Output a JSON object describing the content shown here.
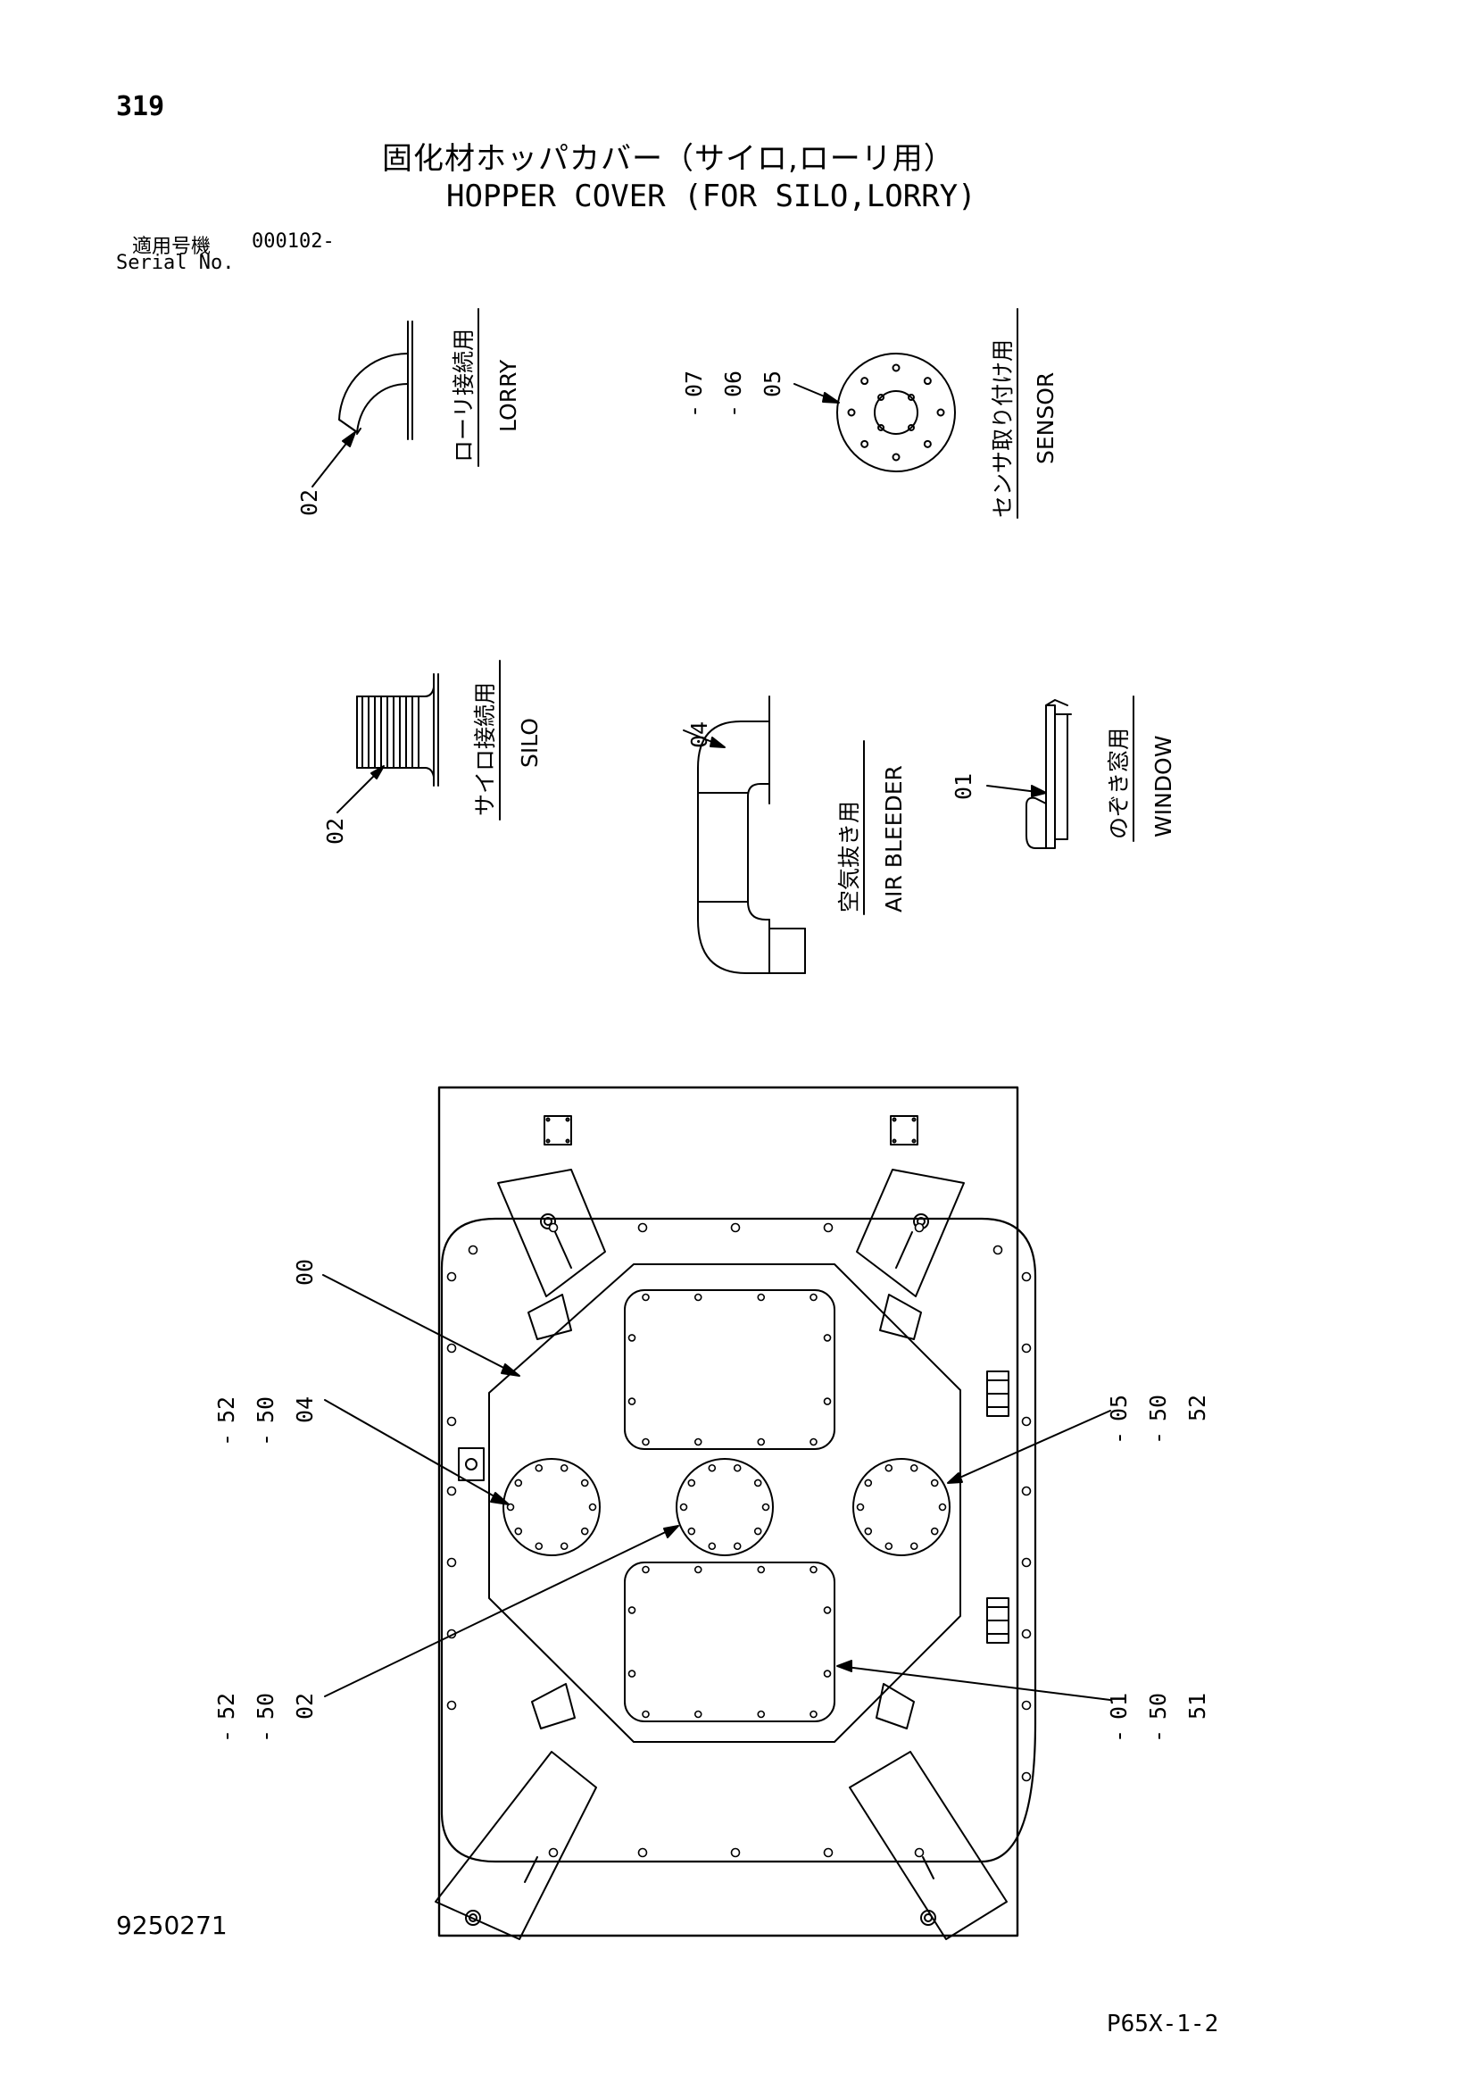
{
  "header": {
    "page_number": "319",
    "title_jp": "固化材ホッパカバー（サイロ,ローリ用）",
    "title_en": "HOPPER COVER (FOR SILO,LORRY)",
    "serial_label_jp": "適用号機",
    "serial_value": "000102-",
    "serial_label_en": "Serial No."
  },
  "details": {
    "lorry": {
      "label_jp": "ローリ接続用",
      "label_en": "LORRY",
      "callout": "02"
    },
    "sensor": {
      "label_jp": "センサ取り付け用",
      "label_en": "SENSOR",
      "callouts": [
        "07",
        "06",
        "05"
      ]
    },
    "silo": {
      "label_jp": "サイロ接続用",
      "label_en": "SILO",
      "callout": "02"
    },
    "air_bleeder": {
      "label_jp": "空気抜き用",
      "label_en": "AIR BLEEDER",
      "callout": "04"
    },
    "window": {
      "label_jp": "のぞき窓用",
      "label_en": "WINDOW",
      "callout": "01"
    }
  },
  "main_callouts": {
    "c00": [
      "00"
    ],
    "c04": [
      "52",
      "50",
      "04"
    ],
    "c02": [
      "52",
      "50",
      "02"
    ],
    "c05": [
      "05",
      "50",
      "52"
    ],
    "c01": [
      "01",
      "50",
      "51"
    ]
  },
  "footer": {
    "drawing_number": "9250271",
    "sheet_code": "P65X-1-2"
  }
}
